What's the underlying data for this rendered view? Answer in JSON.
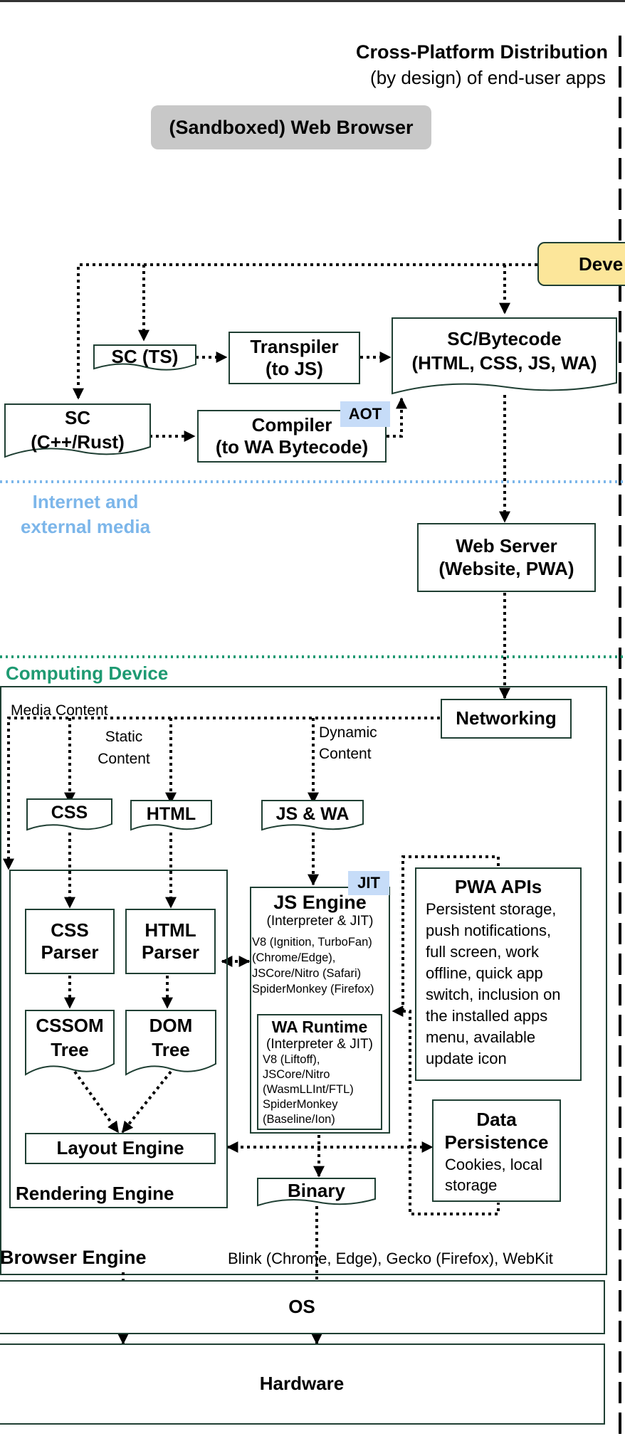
{
  "cross_platform": {
    "title": "Cross-Platform Distribution",
    "subtitle": "(by design) of end-user apps"
  },
  "browser_pill": "(Sandboxed) Web Browser",
  "developer": "Deve",
  "sc_ts": "SC (TS)",
  "transpiler": {
    "line1": "Transpiler",
    "line2": "(to JS)"
  },
  "bytecode": {
    "line1": "SC/Bytecode",
    "line2": "(HTML, CSS, JS, WA)"
  },
  "sc_cpp": {
    "line1": "SC",
    "line2": "(C++/Rust)"
  },
  "compiler": {
    "line1": "Compiler",
    "line2": "(to WA Bytecode)"
  },
  "aot": "AOT",
  "internet": {
    "line1": "Internet and",
    "line2": "external media"
  },
  "web_server": {
    "line1": "Web Server",
    "line2": "(Website, PWA)"
  },
  "computing_device": "Computing Device",
  "networking": "Networking",
  "media_content": "Media Content",
  "static_content": {
    "line1": "Static",
    "line2": "Content"
  },
  "dynamic_content": {
    "line1": "Dynamic",
    "line2": "Content"
  },
  "css": "CSS",
  "html": "HTML",
  "js_wa": "JS & WA",
  "css_parser": {
    "line1": "CSS",
    "line2": "Parser"
  },
  "html_parser": {
    "line1": "HTML",
    "line2": "Parser"
  },
  "cssom": {
    "line1": "CSSOM",
    "line2": "Tree"
  },
  "dom": {
    "line1": "DOM",
    "line2": "Tree"
  },
  "layout_engine": "Layout Engine",
  "rendering_engine": "Rendering Engine",
  "js_engine": {
    "title": "JS Engine",
    "subtitle": "(Interpreter & JIT)",
    "details": [
      "V8 (Ignition, TurboFan)",
      "(Chrome/Edge),",
      "JSCore/Nitro (Safari)",
      "SpiderMonkey (Firefox)"
    ]
  },
  "jit": "JIT",
  "wa_runtime": {
    "title": "WA Runtime",
    "subtitle": "(Interpreter & JIT)",
    "details": [
      "V8 (Liftoff),",
      "JSCore/Nitro",
      "(WasmLLInt/FTL)",
      "SpiderMonkey",
      "(Baseline/Ion)"
    ]
  },
  "pwa_apis": {
    "title": "PWA APIs",
    "details": [
      "Persistent storage,",
      "push notifications,",
      "full screen, work",
      "offline, quick app",
      "switch, inclusion on",
      "the installed apps",
      "menu, available",
      "update icon"
    ]
  },
  "data_persistence": {
    "line1": "Data",
    "line2": "Persistence",
    "details": [
      "Cookies, local",
      "storage"
    ]
  },
  "binary": "Binary",
  "browser_engine": "Browser Engine",
  "browser_engine_list": "Blink (Chrome, Edge), Gecko (Firefox), WebKit",
  "os": "OS",
  "hardware": "Hardware",
  "colors": {
    "box_border": "#1f3f33",
    "internet_line": "#7cb6ea",
    "device_line": "#1e9a72",
    "pill": "#c8c8c8",
    "developer": "#fce69a",
    "tag": "#c6dcf8"
  }
}
